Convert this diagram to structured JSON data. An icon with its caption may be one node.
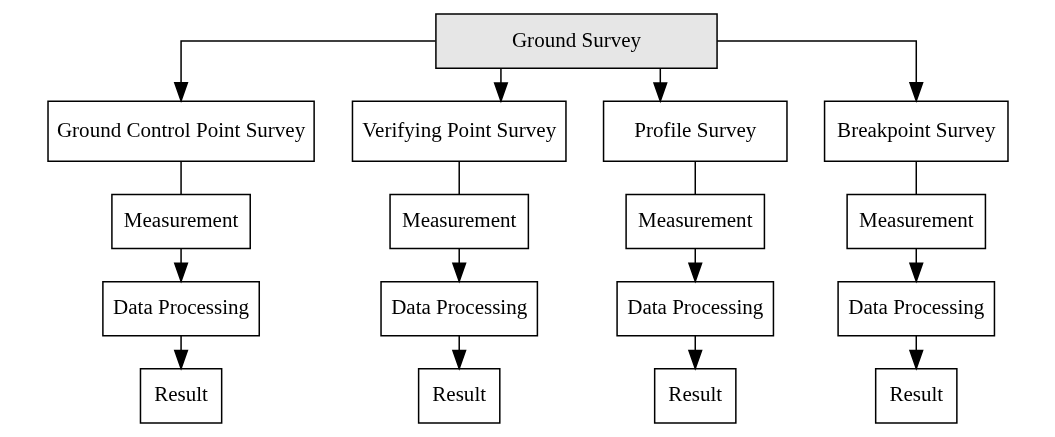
{
  "diagram": {
    "nodes": [
      {
        "text": [
          "Ground Survey"
        ]
      },
      {
        "text": [
          "Ground Control Point Survey"
        ]
      },
      {
        "text": [
          "Verifying Point Survey"
        ]
      },
      {
        "text": [
          "Profile Survey"
        ]
      },
      {
        "text": [
          "Breakpoint Survey"
        ]
      },
      {
        "text": [
          "Measurement"
        ]
      },
      {
        "text": [
          "Measurement"
        ]
      },
      {
        "text": [
          "Measurement"
        ]
      },
      {
        "text": [
          "Measurement"
        ]
      },
      {
        "text": [
          "Data Processing"
        ]
      },
      {
        "text": [
          "Data Processing"
        ]
      },
      {
        "text": [
          "Data Processing"
        ]
      },
      {
        "text": [
          "Data Processing"
        ]
      },
      {
        "text": [
          "Result"
        ]
      },
      {
        "text": [
          "Result"
        ]
      },
      {
        "text": [
          "Result"
        ]
      },
      {
        "text": [
          "Result"
        ]
      }
    ],
    "edges": [
      {
        "from": 0,
        "to": 1,
        "arrow": "to"
      },
      {
        "from": 0,
        "to": 2,
        "arrow": "to"
      },
      {
        "from": 0,
        "to": 3,
        "arrow": "to"
      },
      {
        "from": 0,
        "to": 4,
        "arrow": "to"
      },
      {
        "from": 1,
        "to": 5,
        "arrow": "none"
      },
      {
        "from": 2,
        "to": 6,
        "arrow": "none"
      },
      {
        "from": 3,
        "to": 7,
        "arrow": "none"
      },
      {
        "from": 4,
        "to": 8,
        "arrow": "none"
      },
      {
        "from": 5,
        "to": 9,
        "arrow": "to"
      },
      {
        "from": 6,
        "to": 10,
        "arrow": "to"
      },
      {
        "from": 7,
        "to": 11,
        "arrow": "to"
      },
      {
        "from": 8,
        "to": 12,
        "arrow": "to"
      },
      {
        "from": 9,
        "to": 13,
        "arrow": "to"
      },
      {
        "from": 10,
        "to": 14,
        "arrow": "to"
      },
      {
        "from": 11,
        "to": 15,
        "arrow": "to"
      },
      {
        "from": 12,
        "to": 16,
        "arrow": "to"
      }
    ]
  }
}
